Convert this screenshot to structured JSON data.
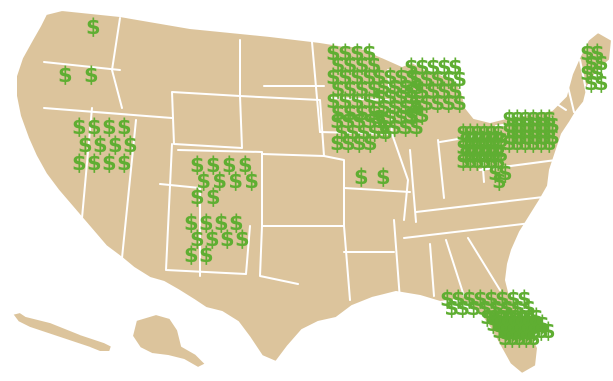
{
  "map": {
    "symbol": "$",
    "colors": {
      "land": "#dcc49c",
      "borders": "#ffffff",
      "symbol": "#5fae32",
      "background": "#ffffff"
    },
    "states": [
      {
        "id": "washington",
        "symbols": 1
      },
      {
        "id": "oregon",
        "symbols": 2
      },
      {
        "id": "nevada",
        "symbols": 12
      },
      {
        "id": "colorado",
        "symbols": 10
      },
      {
        "id": "new-mexico",
        "symbols": 10
      },
      {
        "id": "minnesota",
        "symbols": 24
      },
      {
        "id": "wisconsin",
        "symbols": 24
      },
      {
        "id": "iowa",
        "symbols": 14
      },
      {
        "id": "michigan",
        "symbols": 22
      },
      {
        "id": "missouri",
        "symbols": 2
      },
      {
        "id": "ohio",
        "symbols": 30
      },
      {
        "id": "pennsylvania",
        "symbols": 30
      },
      {
        "id": "virginia",
        "symbols": 3
      },
      {
        "id": "new-hampshire-maine",
        "symbols": 8
      },
      {
        "id": "florida",
        "symbols": 45
      }
    ]
  }
}
